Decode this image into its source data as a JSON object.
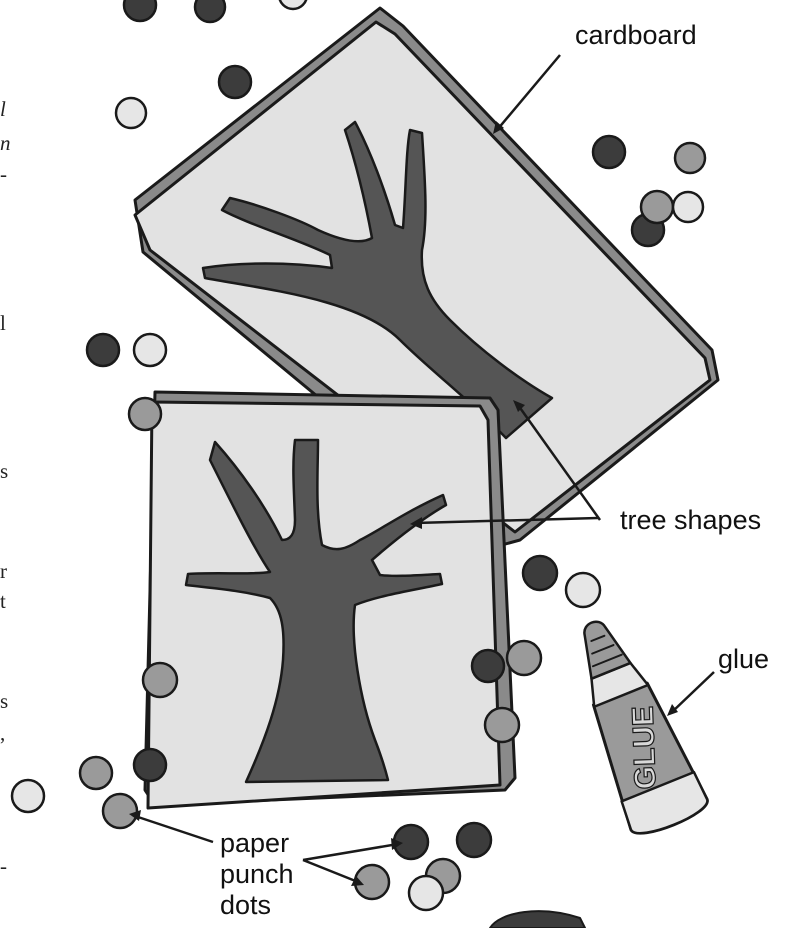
{
  "labels": {
    "cardboard": "cardboard",
    "tree_shapes": "tree shapes",
    "glue": "glue",
    "paper_punch_dots": [
      "paper",
      "punch",
      "dots"
    ],
    "glue_bottle_text": "GLUE"
  },
  "margin_fragments": [
    "l",
    "n",
    "-",
    "l",
    "s",
    "r",
    "t",
    "s",
    ",",
    "-"
  ],
  "colors": {
    "cardboard_fill": "#e2e2e2",
    "cardboard_edge": "#8a8a8a",
    "tree_fill": "#555555",
    "dot_dark": "#3c3c3c",
    "dot_mid": "#9a9a9a",
    "dot_light": "#e6e6e6",
    "outline": "#1a1a1a"
  }
}
